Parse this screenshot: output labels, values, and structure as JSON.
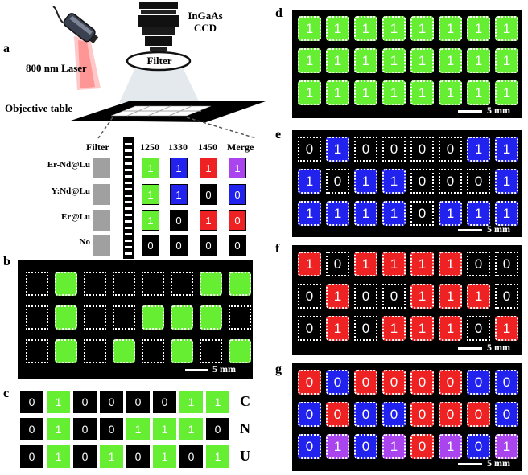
{
  "colors": {
    "green": "#66ee33",
    "blue": "#2222ee",
    "red": "#ee2222",
    "purple": "#aa44ee",
    "black": "#000000",
    "gray": "#a0a0a0"
  },
  "panel_a": {
    "label": "a",
    "laser_label": "800 nm Laser",
    "camera_label_line1": "InGaAs",
    "camera_label_line2": "CCD",
    "filter_label": "Filter",
    "stage_label": "Objective table",
    "table": {
      "filter_header": "Filter",
      "headers": [
        "1250",
        "1330",
        "1450",
        "Merge"
      ],
      "rows": [
        {
          "name": "Er-Nd@Lu",
          "cells": [
            {
              "v": "1",
              "c": "green"
            },
            {
              "v": "1",
              "c": "blue"
            },
            {
              "v": "1",
              "c": "red"
            },
            {
              "v": "1",
              "c": "purple"
            }
          ]
        },
        {
          "name": "Y:Nd@Lu",
          "cells": [
            {
              "v": "1",
              "c": "green"
            },
            {
              "v": "1",
              "c": "blue"
            },
            {
              "v": "0",
              "c": "black"
            },
            {
              "v": "0",
              "c": "blue"
            }
          ]
        },
        {
          "name": "Er@Lu",
          "cells": [
            {
              "v": "1",
              "c": "green"
            },
            {
              "v": "0",
              "c": "black"
            },
            {
              "v": "1",
              "c": "red"
            },
            {
              "v": "0",
              "c": "red"
            }
          ]
        },
        {
          "name": "No",
          "cells": [
            {
              "v": "0",
              "c": "black"
            },
            {
              "v": "0",
              "c": "black"
            },
            {
              "v": "0",
              "c": "black"
            },
            {
              "v": "0",
              "c": "black"
            }
          ]
        }
      ]
    }
  },
  "panel_b": {
    "label": "b",
    "scale": "5 mm",
    "grid": [
      [
        "k",
        "g",
        "k",
        "k",
        "k",
        "k",
        "g",
        "g"
      ],
      [
        "k",
        "g",
        "k",
        "k",
        "g",
        "g",
        "g",
        "k"
      ],
      [
        "k",
        "g",
        "k",
        "g",
        "k",
        "g",
        "k",
        "g"
      ]
    ]
  },
  "panel_c": {
    "label": "c",
    "row_labels": [
      "C",
      "N",
      "U"
    ],
    "grid": [
      [
        "0",
        "1",
        "0",
        "0",
        "0",
        "0",
        "1",
        "1"
      ],
      [
        "0",
        "1",
        "0",
        "0",
        "1",
        "1",
        "1",
        "0"
      ],
      [
        "0",
        "1",
        "0",
        "1",
        "0",
        "1",
        "0",
        "1"
      ]
    ]
  },
  "panel_d": {
    "label": "d",
    "scale": "5 mm",
    "grid": [
      [
        {
          "v": "1",
          "c": "g"
        },
        {
          "v": "1",
          "c": "g"
        },
        {
          "v": "1",
          "c": "g"
        },
        {
          "v": "1",
          "c": "g"
        },
        {
          "v": "1",
          "c": "g"
        },
        {
          "v": "1",
          "c": "g"
        },
        {
          "v": "1",
          "c": "g"
        },
        {
          "v": "1",
          "c": "g"
        }
      ],
      [
        {
          "v": "1",
          "c": "g"
        },
        {
          "v": "1",
          "c": "g"
        },
        {
          "v": "1",
          "c": "g"
        },
        {
          "v": "1",
          "c": "g"
        },
        {
          "v": "1",
          "c": "g"
        },
        {
          "v": "1",
          "c": "g"
        },
        {
          "v": "1",
          "c": "g"
        },
        {
          "v": "1",
          "c": "g"
        }
      ],
      [
        {
          "v": "1",
          "c": "g"
        },
        {
          "v": "1",
          "c": "g"
        },
        {
          "v": "1",
          "c": "g"
        },
        {
          "v": "1",
          "c": "g"
        },
        {
          "v": "1",
          "c": "g"
        },
        {
          "v": "1",
          "c": "g"
        },
        {
          "v": "1",
          "c": "g"
        },
        {
          "v": "1",
          "c": "g"
        }
      ]
    ]
  },
  "panel_e": {
    "label": "e",
    "scale": "5 mm",
    "grid": [
      [
        {
          "v": "0",
          "c": "k"
        },
        {
          "v": "1",
          "c": "b"
        },
        {
          "v": "0",
          "c": "k"
        },
        {
          "v": "0",
          "c": "k"
        },
        {
          "v": "0",
          "c": "k"
        },
        {
          "v": "0",
          "c": "k"
        },
        {
          "v": "1",
          "c": "b"
        },
        {
          "v": "1",
          "c": "b"
        }
      ],
      [
        {
          "v": "1",
          "c": "b"
        },
        {
          "v": "0",
          "c": "k"
        },
        {
          "v": "1",
          "c": "b"
        },
        {
          "v": "1",
          "c": "b"
        },
        {
          "v": "0",
          "c": "k"
        },
        {
          "v": "0",
          "c": "k"
        },
        {
          "v": "0",
          "c": "k"
        },
        {
          "v": "1",
          "c": "b"
        }
      ],
      [
        {
          "v": "1",
          "c": "b"
        },
        {
          "v": "1",
          "c": "b"
        },
        {
          "v": "1",
          "c": "b"
        },
        {
          "v": "1",
          "c": "b"
        },
        {
          "v": "0",
          "c": "k"
        },
        {
          "v": "1",
          "c": "b"
        },
        {
          "v": "1",
          "c": "b"
        },
        {
          "v": "1",
          "c": "b"
        }
      ]
    ]
  },
  "panel_f": {
    "label": "f",
    "scale": "5 mm",
    "grid": [
      [
        {
          "v": "1",
          "c": "r"
        },
        {
          "v": "0",
          "c": "k"
        },
        {
          "v": "1",
          "c": "r"
        },
        {
          "v": "1",
          "c": "r"
        },
        {
          "v": "1",
          "c": "r"
        },
        {
          "v": "1",
          "c": "r"
        },
        {
          "v": "0",
          "c": "k"
        },
        {
          "v": "0",
          "c": "k"
        }
      ],
      [
        {
          "v": "0",
          "c": "k"
        },
        {
          "v": "1",
          "c": "r"
        },
        {
          "v": "0",
          "c": "k"
        },
        {
          "v": "0",
          "c": "k"
        },
        {
          "v": "1",
          "c": "r"
        },
        {
          "v": "1",
          "c": "r"
        },
        {
          "v": "1",
          "c": "r"
        },
        {
          "v": "0",
          "c": "k"
        }
      ],
      [
        {
          "v": "0",
          "c": "k"
        },
        {
          "v": "1",
          "c": "r"
        },
        {
          "v": "0",
          "c": "k"
        },
        {
          "v": "1",
          "c": "r"
        },
        {
          "v": "1",
          "c": "r"
        },
        {
          "v": "1",
          "c": "r"
        },
        {
          "v": "0",
          "c": "k"
        },
        {
          "v": "1",
          "c": "r"
        }
      ]
    ]
  },
  "panel_g": {
    "label": "g",
    "scale": "5 mm",
    "grid": [
      [
        {
          "v": "0",
          "c": "r"
        },
        {
          "v": "0",
          "c": "b"
        },
        {
          "v": "0",
          "c": "r"
        },
        {
          "v": "0",
          "c": "r"
        },
        {
          "v": "0",
          "c": "r"
        },
        {
          "v": "0",
          "c": "r"
        },
        {
          "v": "0",
          "c": "b"
        },
        {
          "v": "0",
          "c": "b"
        }
      ],
      [
        {
          "v": "0",
          "c": "b"
        },
        {
          "v": "0",
          "c": "r"
        },
        {
          "v": "0",
          "c": "b"
        },
        {
          "v": "0",
          "c": "b"
        },
        {
          "v": "0",
          "c": "r"
        },
        {
          "v": "0",
          "c": "r"
        },
        {
          "v": "0",
          "c": "r"
        },
        {
          "v": "0",
          "c": "b"
        }
      ],
      [
        {
          "v": "0",
          "c": "b"
        },
        {
          "v": "1",
          "c": "p"
        },
        {
          "v": "0",
          "c": "b"
        },
        {
          "v": "1",
          "c": "p"
        },
        {
          "v": "0",
          "c": "r"
        },
        {
          "v": "1",
          "c": "p"
        },
        {
          "v": "0",
          "c": "b"
        },
        {
          "v": "1",
          "c": "p"
        }
      ]
    ]
  }
}
